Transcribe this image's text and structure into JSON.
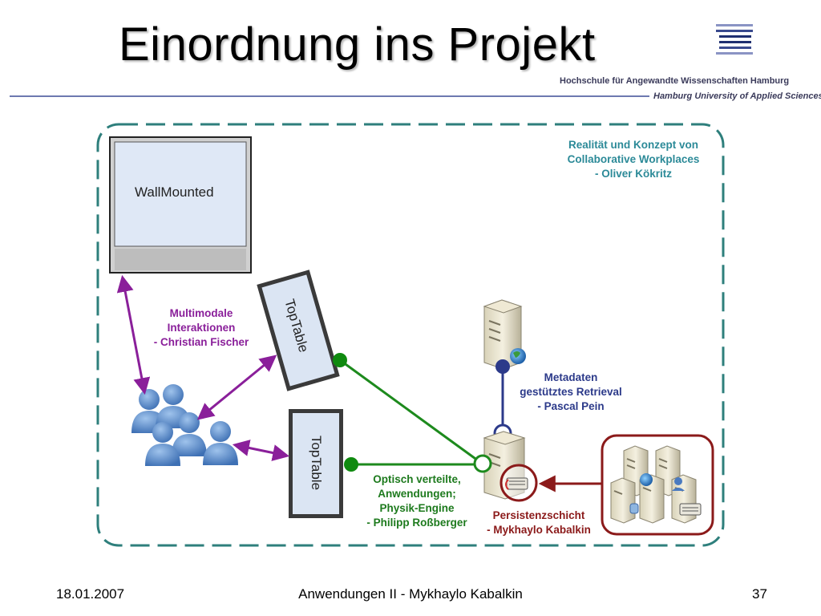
{
  "slide": {
    "title": "Einordnung ins Projekt",
    "university_de": "Hochschule für Angewandte Wissenschaften Hamburg",
    "university_en": "Hamburg University of Applied Sciences"
  },
  "diagram": {
    "wallmounted": "WallMounted",
    "toptable_1": "TopTable",
    "toptable_2": "TopTable",
    "concept_label": [
      "Realität und Konzept von",
      "Collaborative Workplaces",
      "- Oliver Kökritz"
    ],
    "interaction_label": [
      "Multimodale",
      "Interaktionen",
      "- Christian Fischer"
    ],
    "metadata_label": [
      "Metadaten",
      "gestütztes Retrieval",
      "- Pascal Pein"
    ],
    "distributed_label": [
      "Optisch verteilte,",
      "Anwendungen;",
      "Physik-Engine",
      "- Philipp Roßberger"
    ],
    "persistence_label": [
      "Persistenzschicht",
      "- Mykhaylo Kabalkin"
    ],
    "colors": {
      "frame": "#2e7f7c",
      "interaction": "#8a1f9a",
      "distributed": "#1d8a1d",
      "metadata": "#2c3a8a",
      "persistence": "#8b1a1a"
    }
  },
  "footer": {
    "date": "18.01.2007",
    "center": "Anwendungen II - Mykhaylo Kabalkin",
    "page": "37"
  }
}
